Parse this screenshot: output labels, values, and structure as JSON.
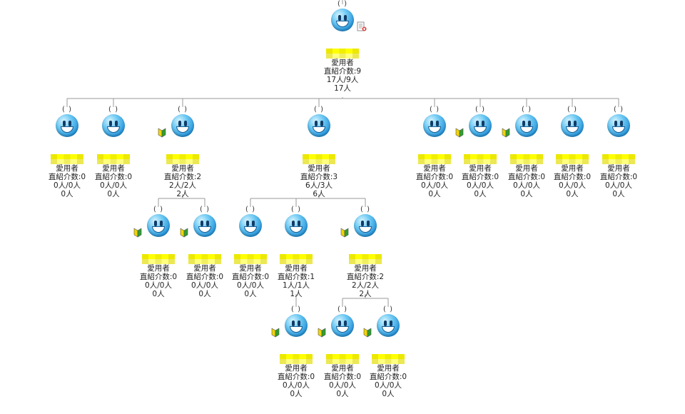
{
  "icons": {
    "avatar": "smiley-face-icon",
    "beginner": "beginner-mark-icon",
    "document": "document-icon"
  },
  "colors": {
    "connector": "#999999",
    "name_highlight": "#ffff00",
    "face_blue": "#1e8fd8",
    "badge_green": "#2e9e2e",
    "badge_yellow": "#f2d400"
  },
  "nodes": [
    {
      "id": "n0",
      "parent": null,
      "paren": "( )",
      "role": "愛用者",
      "direct": "直紹介数:9",
      "line1": "17人/9人",
      "line2": "17人",
      "beginner": false,
      "doc_icon": true
    },
    {
      "id": "n1",
      "parent": "n0",
      "paren": "( )",
      "role": "愛用者",
      "direct": "直紹介数:0",
      "line1": "0人/0人",
      "line2": "0人",
      "beginner": false
    },
    {
      "id": "n2",
      "parent": "n0",
      "paren": "( )",
      "role": "愛用者",
      "direct": "直紹介数:0",
      "line1": "0人/0人",
      "line2": "0人",
      "beginner": false
    },
    {
      "id": "n3",
      "parent": "n0",
      "paren": "( )",
      "role": "愛用者",
      "direct": "直紹介数:2",
      "line1": "2人/2人",
      "line2": "2人",
      "beginner": true
    },
    {
      "id": "n4",
      "parent": "n0",
      "paren": "( )",
      "role": "愛用者",
      "direct": "直紹介数:3",
      "line1": "6人/3人",
      "line2": "6人",
      "beginner": false
    },
    {
      "id": "n5",
      "parent": "n0",
      "paren": "( )",
      "role": "愛用者",
      "direct": "直紹介数:0",
      "line1": "0人/0人",
      "line2": "0人",
      "beginner": false
    },
    {
      "id": "n6",
      "parent": "n0",
      "paren": "( )",
      "role": "愛用者",
      "direct": "直紹介数:0",
      "line1": "0人/0人",
      "line2": "0人",
      "beginner": true
    },
    {
      "id": "n7",
      "parent": "n0",
      "paren": "( )",
      "role": "愛用者",
      "direct": "直紹介数:0",
      "line1": "0人/0人",
      "line2": "0人",
      "beginner": true
    },
    {
      "id": "n8",
      "parent": "n0",
      "paren": "( )",
      "role": "愛用者",
      "direct": "直紹介数:0",
      "line1": "0人/0人",
      "line2": "0人",
      "beginner": false
    },
    {
      "id": "n9",
      "parent": "n0",
      "paren": "( )",
      "role": "愛用者",
      "direct": "直紹介数:0",
      "line1": "0人/0人",
      "line2": "0人",
      "beginner": false
    },
    {
      "id": "n10",
      "parent": "n3",
      "paren": "( )",
      "role": "愛用者",
      "direct": "直紹介数:0",
      "line1": "0人/0人",
      "line2": "0人",
      "beginner": true
    },
    {
      "id": "n11",
      "parent": "n3",
      "paren": "( )",
      "role": "愛用者",
      "direct": "直紹介数:0",
      "line1": "0人/0人",
      "line2": "0人",
      "beginner": true
    },
    {
      "id": "n12",
      "parent": "n4",
      "paren": "( )",
      "role": "愛用者",
      "direct": "直紹介数:0",
      "line1": "0人/0人",
      "line2": "0人",
      "beginner": false
    },
    {
      "id": "n13",
      "parent": "n4",
      "paren": "( )",
      "role": "愛用者",
      "direct": "直紹介数:1",
      "line1": "1人/1人",
      "line2": "1人",
      "beginner": false
    },
    {
      "id": "n14",
      "parent": "n4",
      "paren": "( )",
      "role": "愛用者",
      "direct": "直紹介数:2",
      "line1": "2人/2人",
      "line2": "2人",
      "beginner": true
    },
    {
      "id": "n15",
      "parent": "n13",
      "paren": "( )",
      "role": "愛用者",
      "direct": "直紹介数:0",
      "line1": "0人/0人",
      "line2": "0人",
      "beginner": true
    },
    {
      "id": "n16",
      "parent": "n14",
      "paren": "( )",
      "role": "愛用者",
      "direct": "直紹介数:0",
      "line1": "0人/0人",
      "line2": "0人",
      "beginner": true
    },
    {
      "id": "n17",
      "parent": "n14",
      "paren": "( )",
      "role": "愛用者",
      "direct": "直紹介数:0",
      "line1": "0人/0人",
      "line2": "0人",
      "beginner": true
    }
  ]
}
